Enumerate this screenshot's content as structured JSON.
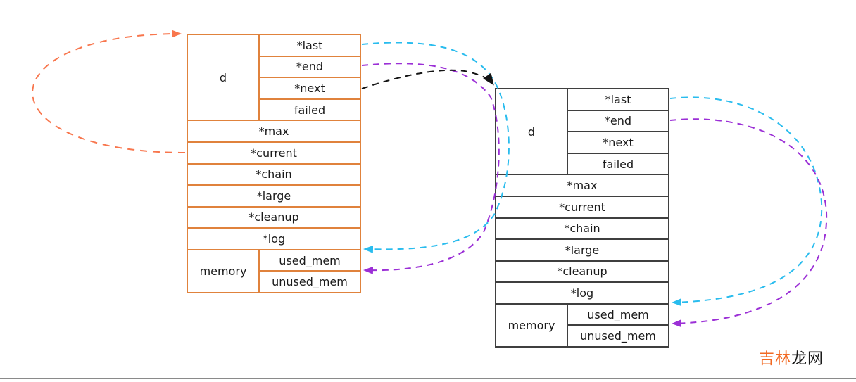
{
  "pool_struct": {
    "d": "d",
    "last": "*last",
    "end": "*end",
    "next": "*next",
    "failed": "failed",
    "max": "*max",
    "current": "*current",
    "chain": "*chain",
    "large": "*large",
    "cleanup": "*cleanup",
    "log": "*log",
    "memory": "memory",
    "used_mem": "used_mem",
    "unused_mem": "unused_mem"
  },
  "arrows": [
    {
      "id": "orange-self-loop",
      "color": "orange",
      "from": "left-pool *current",
      "to": "left-pool top-left corner"
    },
    {
      "id": "cyan-left-loop",
      "color": "cyan",
      "from": "left-pool *last",
      "to": "left-pool *log/used_mem boundary"
    },
    {
      "id": "purple-left-loop",
      "color": "purple",
      "from": "left-pool *end",
      "to": "left-pool used_mem/unused_mem boundary"
    },
    {
      "id": "black-next-link",
      "color": "black",
      "from": "left-pool *next",
      "to": "right-pool top-left corner"
    },
    {
      "id": "cyan-right-loop",
      "color": "cyan",
      "from": "right-pool *last",
      "to": "right-pool *log/used_mem boundary"
    },
    {
      "id": "purple-right-loop",
      "color": "purple",
      "from": "right-pool *end",
      "to": "right-pool used_mem/unused_mem boundary"
    }
  ],
  "watermark": {
    "orange_text": "吉林",
    "black_text": "龙网"
  },
  "colors": {
    "left_table_border": "#E0823C",
    "right_table_border": "#3F3F3F",
    "orange_arrow": "#F8764D",
    "cyan_arrow": "#29BCEE",
    "purple_arrow": "#9B2FD6",
    "black_arrow": "#141414",
    "footer_rule": "#8A8A8A",
    "watermark_orange": "#F26922",
    "watermark_black": "#1A1A1A"
  }
}
